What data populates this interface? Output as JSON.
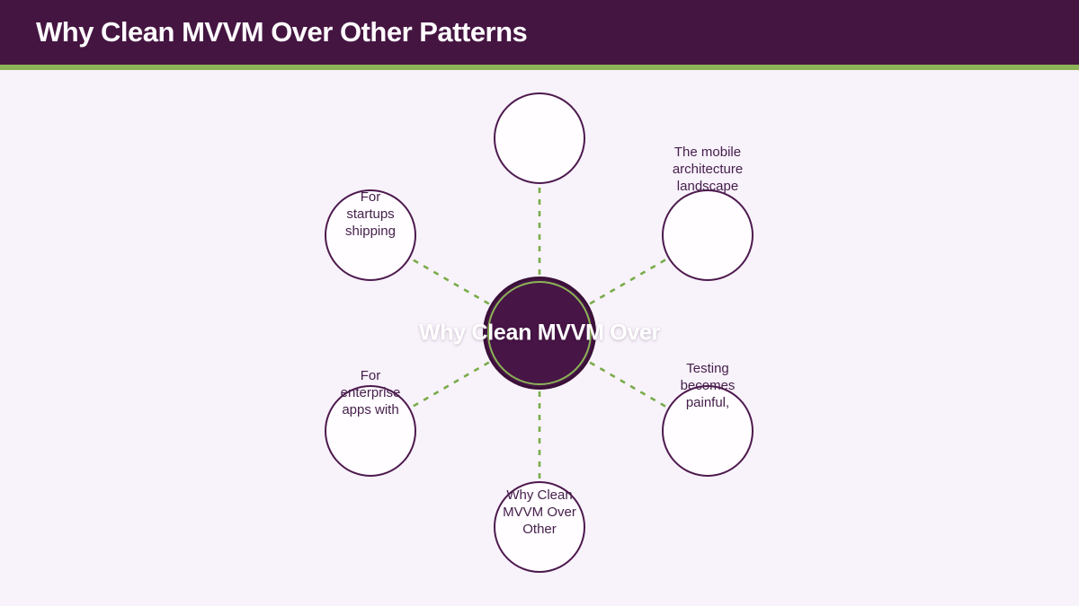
{
  "header": {
    "title": "Why Clean MVVM Over Other Patterns"
  },
  "diagram": {
    "center": {
      "label": "Why Clean MVVM Over"
    },
    "nodes": [
      {
        "id": "top",
        "label": ""
      },
      {
        "id": "top-right",
        "label": "The mobile\narchitecture\nlandscape"
      },
      {
        "id": "bottom-right",
        "label": "Testing\nbecomes\npainful,"
      },
      {
        "id": "bottom",
        "label": "Why Clean\nMVVM Over\nOther"
      },
      {
        "id": "bottom-left",
        "label": "For\nenterprise\napps with"
      },
      {
        "id": "top-left",
        "label": "For\nstartups\nshipping"
      }
    ]
  },
  "colors": {
    "header_bg": "#451541",
    "accent_green": "#8cb457",
    "connector_green": "#79ac49",
    "slide_bg": "#f8f2fb",
    "node_border": "#4d194e",
    "node_fill": "#fffdff",
    "hub_fill": "#471546",
    "hub_border": "#3a1039",
    "label_text": "#46204c",
    "title_text": "#fdfbfe"
  }
}
